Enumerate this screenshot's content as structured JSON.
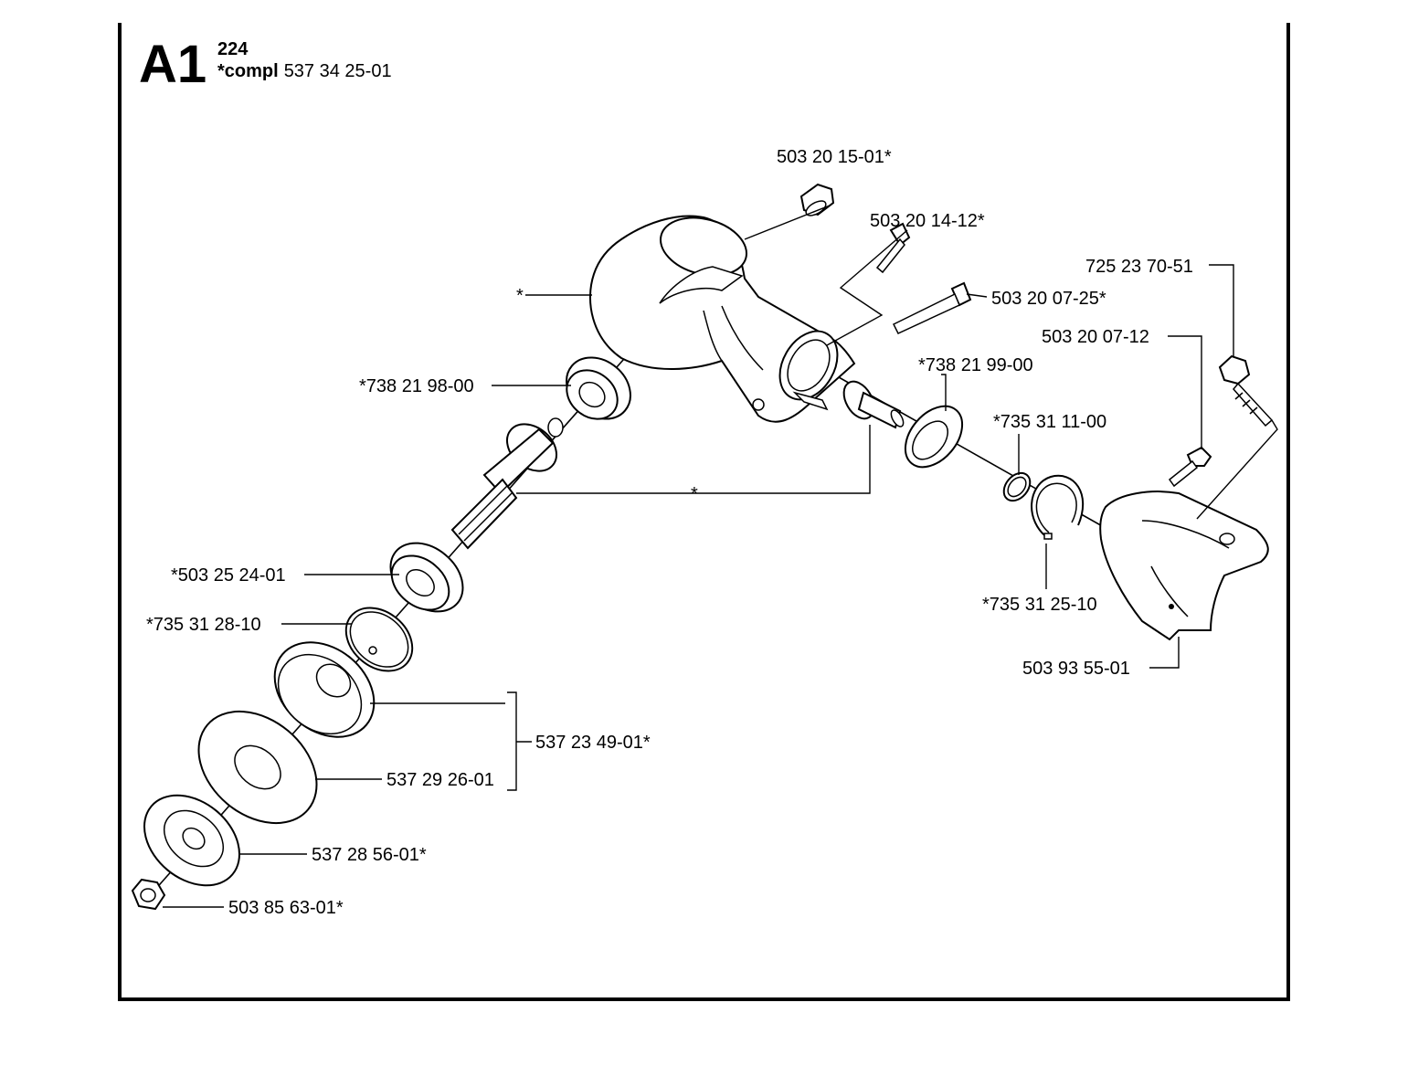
{
  "header": {
    "section": "A1",
    "model": "224",
    "compl_prefix": "*compl",
    "compl_number": "537 34 25-01"
  },
  "labels": {
    "p_503201501": "503 20 15-01*",
    "p_503201412": "503 20 14-12*",
    "p_725237051": "725 23 70-51",
    "p_housing_star": "*",
    "p_503200725": "503 20 07-25*",
    "p_503200712": "503 20 07-12",
    "p_738219800": "*738 21 98-00",
    "p_738219900": "*738 21 99-00",
    "p_735311100": "*735 31 11-00",
    "p_gear_star": "*",
    "p_503252401": "*503 25 24-01",
    "p_735312510": "*735 31 25-10",
    "p_735312810": "*735 31 28-10",
    "p_503935501": "503 93 55-01",
    "p_537234901": "537 23 49-01*",
    "p_537292601": "537 29 26-01",
    "p_537285601": "537 28 56-01*",
    "p_503856301": "503 85 63-01*"
  }
}
